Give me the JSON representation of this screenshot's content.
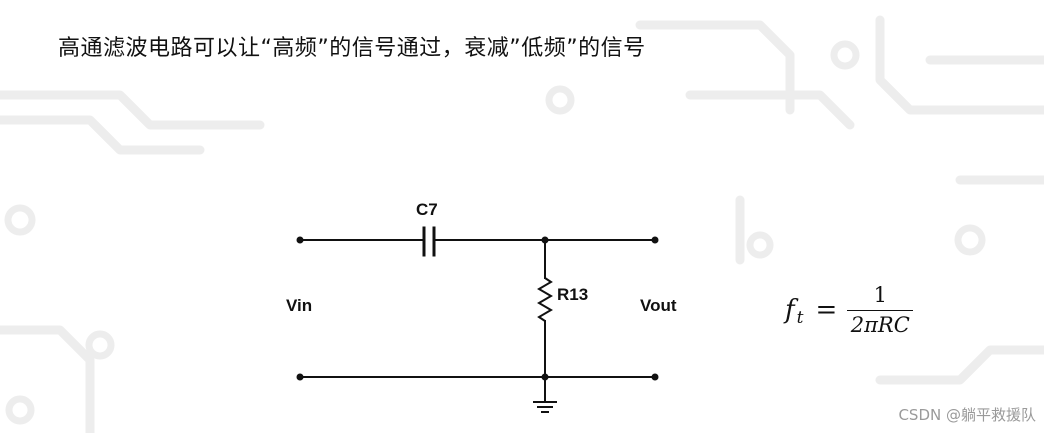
{
  "slide": {
    "title": "高通滤波电路可以让“高频”的信号通过，衰减”低频”的信号"
  },
  "circuit": {
    "capacitor_label": "C7",
    "resistor_label": "R13",
    "input_label": "Vin",
    "output_label": "Vout"
  },
  "formula": {
    "lhs_symbol": "f",
    "lhs_subscript": "t",
    "equals": "=",
    "numerator": "1",
    "denominator": "2πRC"
  },
  "watermark": {
    "text": "CSDN @躺平救援队"
  }
}
